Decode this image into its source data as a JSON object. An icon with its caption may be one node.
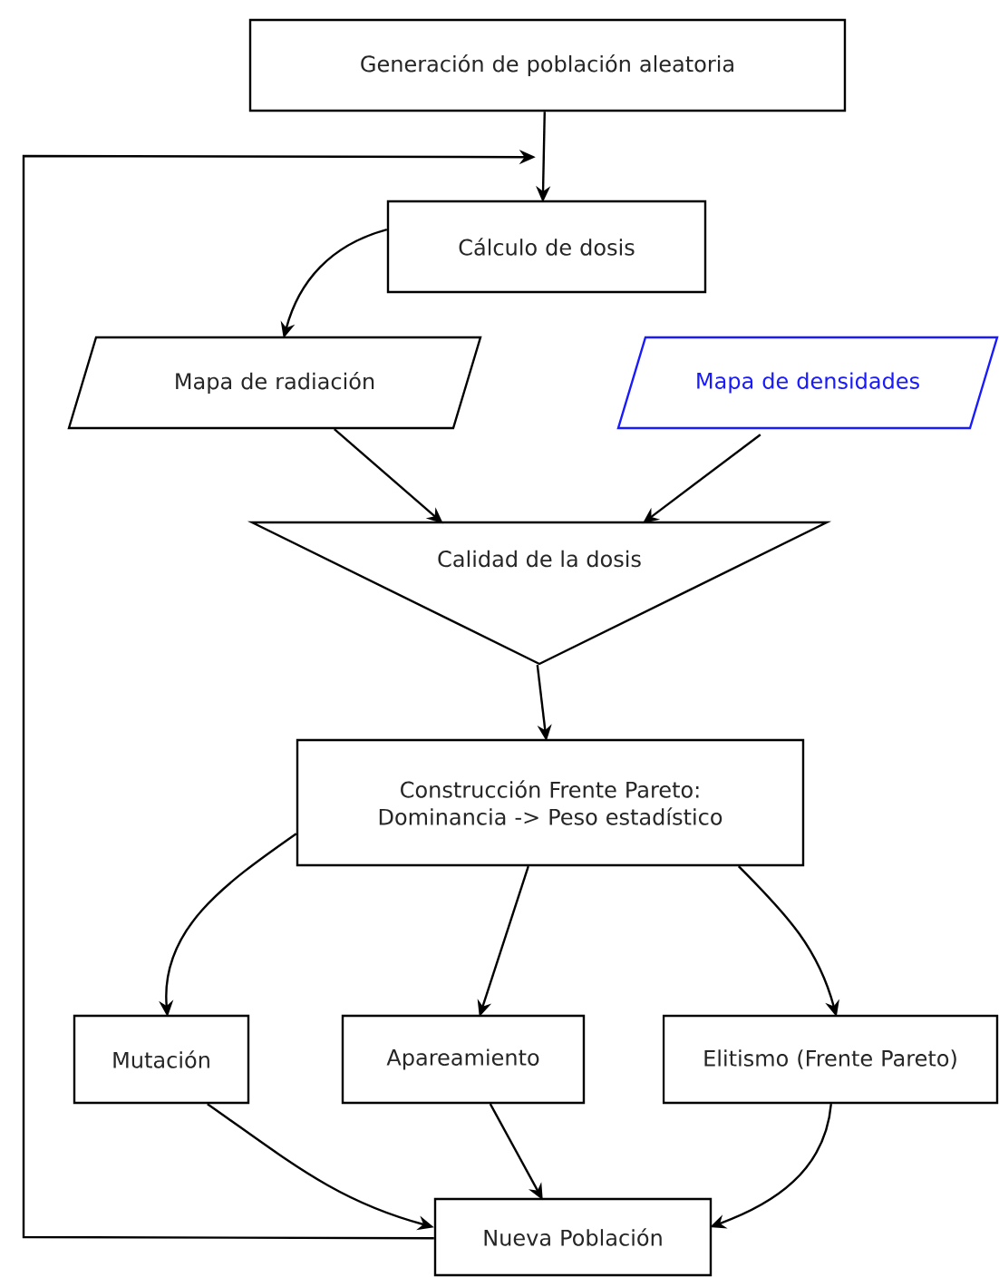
{
  "diagram": {
    "nodes": [
      {
        "text": [
          "Generación de población aleatoria"
        ]
      },
      {
        "text": [
          "Cálculo de dosis"
        ]
      },
      {
        "text": [
          "Mapa de radiación"
        ]
      },
      {
        "text": [
          "Mapa de densidades"
        ]
      },
      {
        "text": [
          "Calidad de la dosis"
        ]
      },
      {
        "text": [
          "Construcción Frente Pareto: Dominancia -> Peso estadístico"
        ]
      },
      {
        "text": [
          "Mutación"
        ]
      },
      {
        "text": [
          "Apareamiento"
        ]
      },
      {
        "text": [
          "Elitismo (Frente Pareto)"
        ]
      },
      {
        "text": [
          "Nueva Población"
        ]
      }
    ],
    "edges": [
      {
        "from": 0,
        "to": 1,
        "arrow": "to"
      },
      {
        "from": 9,
        "to": 1,
        "arrow": "to"
      },
      {
        "from": 1,
        "to": 2,
        "arrow": "to"
      },
      {
        "from": 2,
        "to": 4,
        "arrow": "to"
      },
      {
        "from": 3,
        "to": 4,
        "arrow": "to"
      },
      {
        "from": 4,
        "to": 5,
        "arrow": "to"
      },
      {
        "from": 5,
        "to": 6,
        "arrow": "to"
      },
      {
        "from": 5,
        "to": 7,
        "arrow": "to"
      },
      {
        "from": 5,
        "to": 8,
        "arrow": "to"
      },
      {
        "from": 6,
        "to": 9,
        "arrow": "to"
      },
      {
        "from": 7,
        "to": 9,
        "arrow": "to"
      },
      {
        "from": 8,
        "to": 9,
        "arrow": "to"
      }
    ]
  }
}
